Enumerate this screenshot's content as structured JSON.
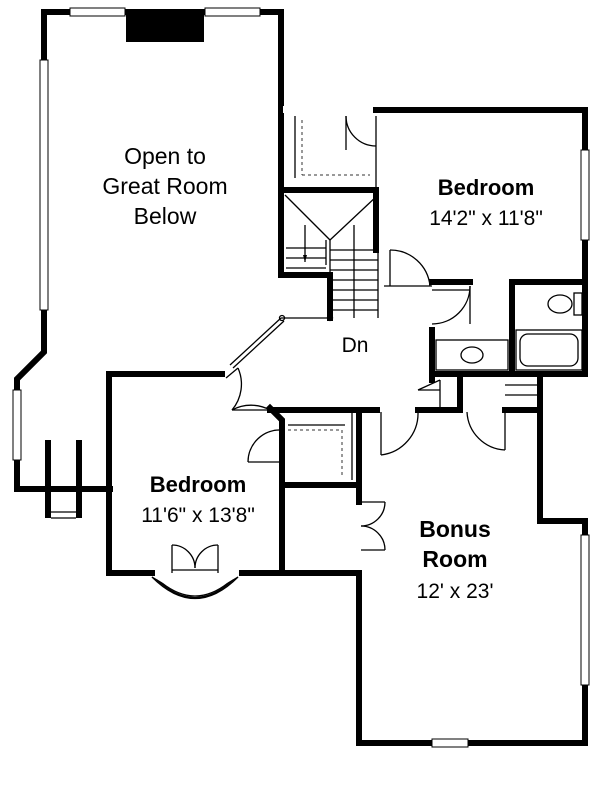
{
  "rooms": {
    "open_to_great_room": {
      "line1": "Open to",
      "line2": "Great Room",
      "line3": "Below"
    },
    "bedroom_1": {
      "name": "Bedroom",
      "size": "14'2\" x 11'8\""
    },
    "bedroom_2": {
      "name": "Bedroom",
      "size": "11'6\" x 13'8\""
    },
    "bonus_room": {
      "line1": "Bonus",
      "line2": "Room",
      "size": "12' x 23'"
    }
  },
  "stairs": {
    "label": "Dn"
  },
  "colors": {
    "wall": "#000000",
    "background": "#ffffff"
  }
}
